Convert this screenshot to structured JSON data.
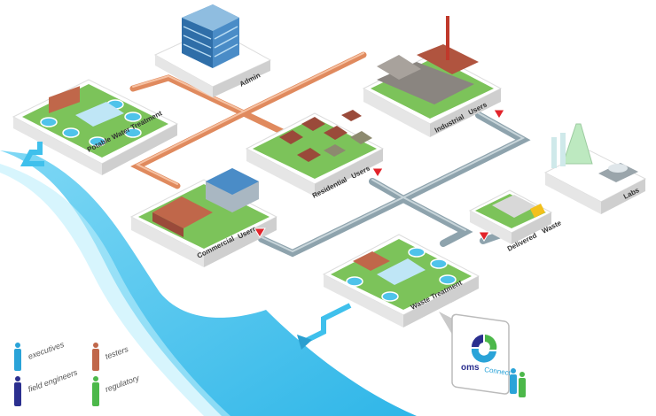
{
  "sites": {
    "admin": "Admin",
    "potable": "Potable Water Treatment",
    "industrial": [
      "Industrial",
      "Users"
    ],
    "residential": [
      "Residential",
      "Users"
    ],
    "commercial": [
      "Commercial",
      "Users"
    ],
    "waste": "Waste Treatment",
    "delivered": [
      "Delivered",
      "Waste"
    ],
    "labs": "Labs"
  },
  "legend": [
    {
      "label": "executives",
      "color": "#2aa3d8"
    },
    {
      "label": "testers",
      "color": "#c0674a"
    },
    {
      "label": "field engineers",
      "color": "#2b2f8f"
    },
    {
      "label": "regulatory",
      "color": "#4cb84a"
    }
  ],
  "logo": {
    "text_bold": "oms",
    "text_light": "Connect",
    "mark": "™"
  },
  "colors": {
    "river": "#3fc0ec",
    "supply_pipe": "#e08a5e",
    "waste_pipe": "#8ea3ad",
    "grass": "#7cc35a",
    "valve": "#e2232a"
  }
}
